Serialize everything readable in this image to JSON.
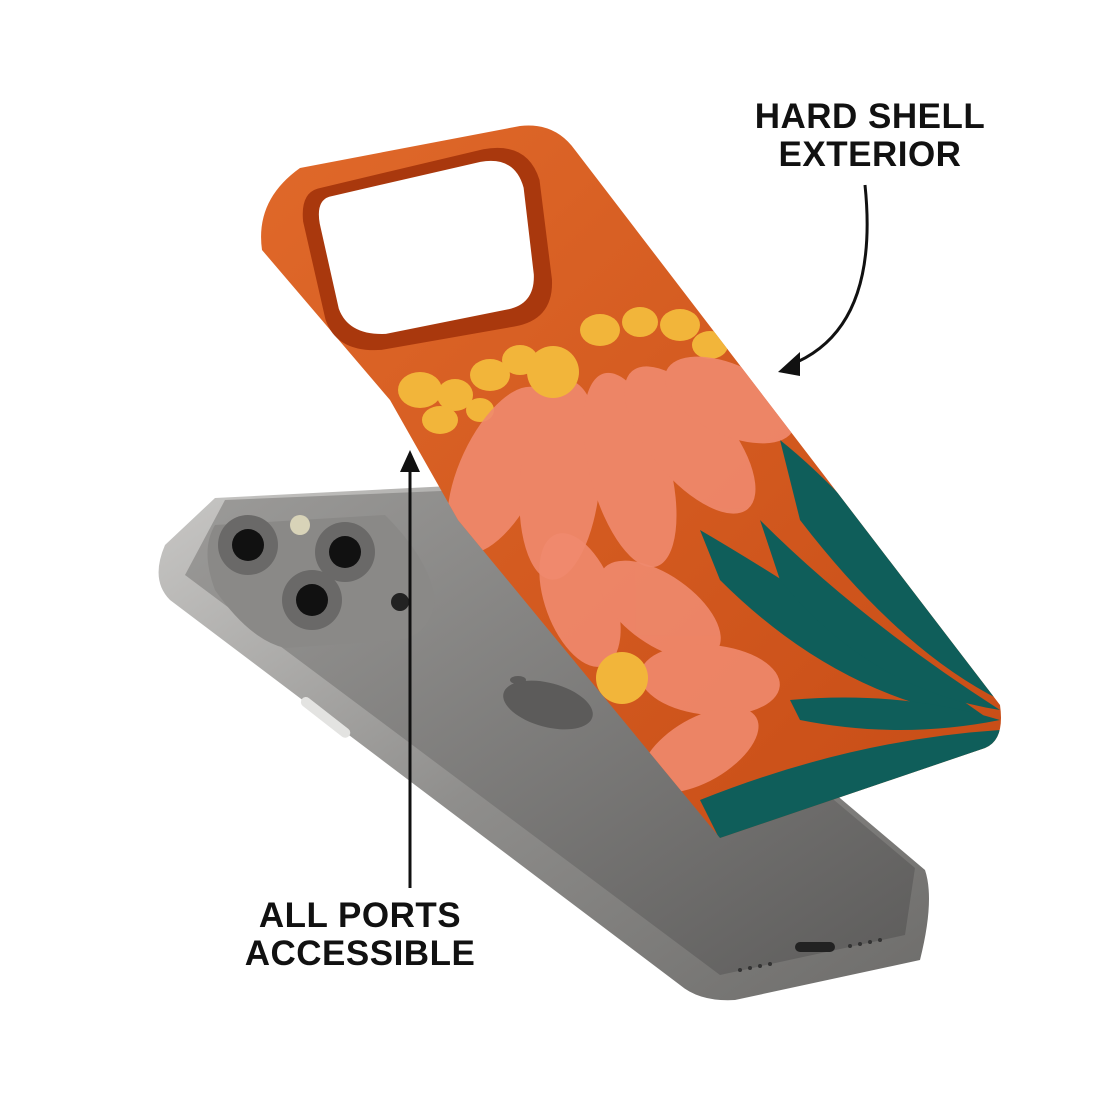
{
  "callouts": {
    "hard_shell": {
      "line1": "HARD SHELL",
      "line2": "EXTERIOR"
    },
    "ports": {
      "line1": "ALL PORTS",
      "line2": "ACCESSIBLE"
    }
  },
  "colors": {
    "case_orange": "#d4571c",
    "petal_pink": "#f08a6e",
    "flower_center": "#f2b53a",
    "leaf_teal": "#0f5e5a",
    "phone_silver": "#b9b8b6"
  },
  "icons": [
    "arrow-icon",
    "apple-logo-icon",
    "camera-lens-icon"
  ]
}
